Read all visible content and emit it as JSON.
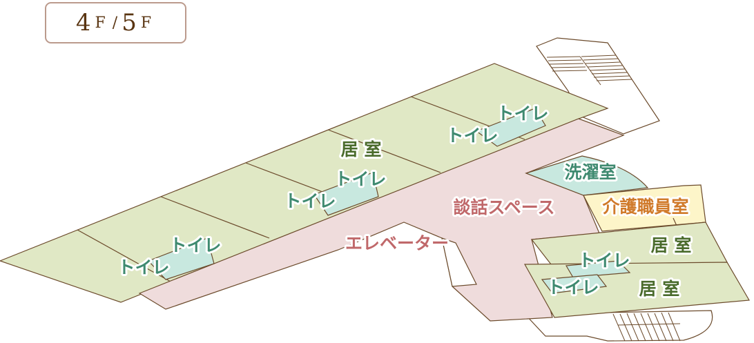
{
  "floor_badge": {
    "floor_a": "4",
    "unit_a": "F",
    "separator": "/",
    "floor_b": "5",
    "unit_b": "F"
  },
  "labels": {
    "room_main": "居 室",
    "toilet": "トイレ",
    "laundry": "洗濯室",
    "staff_room": "介護職員室",
    "room_right_upper": "居 室",
    "room_right_lower": "居 室",
    "lounge": "談話スペース",
    "elevator": "エレベーター"
  },
  "colors": {
    "room": "#e0e8c5",
    "corridor": "#efdcdc",
    "toilet": "#c8e8df",
    "staff": "#fdf5c9",
    "room_text": "#4a6b2c",
    "toilet_text": "#3f8a70",
    "staff_text": "#d07a2a",
    "lounge_text": "#c0686a"
  }
}
